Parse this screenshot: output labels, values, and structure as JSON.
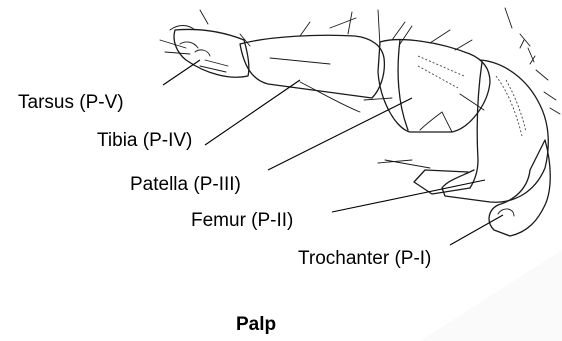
{
  "labels": {
    "tarsus": "Tarsus (P-V)",
    "tibia": "Tibia (P-IV)",
    "patella": "Patella (P-III)",
    "femur": "Femur (P-II)",
    "trochanter": "Trochanter (P-I)"
  },
  "caption": "Palp"
}
